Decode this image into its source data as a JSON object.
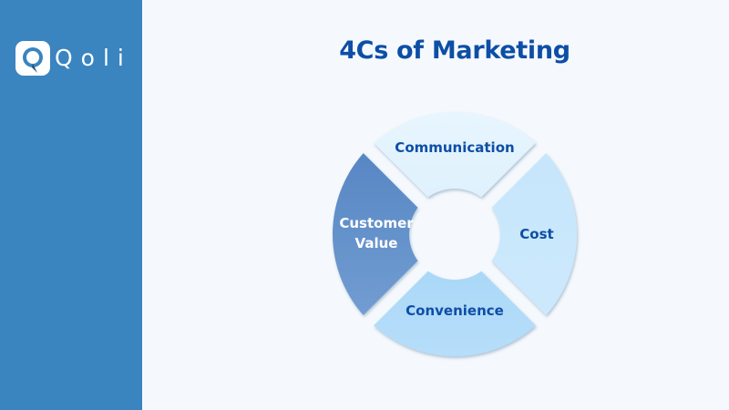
{
  "brand": {
    "name": "Qoli",
    "icon": "qoli-logo-icon"
  },
  "slide": {
    "title": "4Cs of Marketing"
  },
  "diagram": {
    "type": "segmented-ring",
    "segments": [
      {
        "id": "communication",
        "label": "Communication",
        "position": "top",
        "color": "#e3f3fd"
      },
      {
        "id": "cost",
        "label": "Cost",
        "position": "right",
        "color": "#c9e7fb"
      },
      {
        "id": "convenience",
        "label": "Convenience",
        "position": "bottom",
        "color": "#abd8f7"
      },
      {
        "id": "customer-value",
        "label_line1": "Customer",
        "label_line2": "Value",
        "position": "left",
        "color": "#5b8bc7"
      }
    ]
  },
  "colors": {
    "sidebar": "#3a84bf",
    "background": "#f5f9fd",
    "title": "#0d4ea6",
    "label_dark": "#0d4ea6",
    "label_light": "#ffffff"
  }
}
